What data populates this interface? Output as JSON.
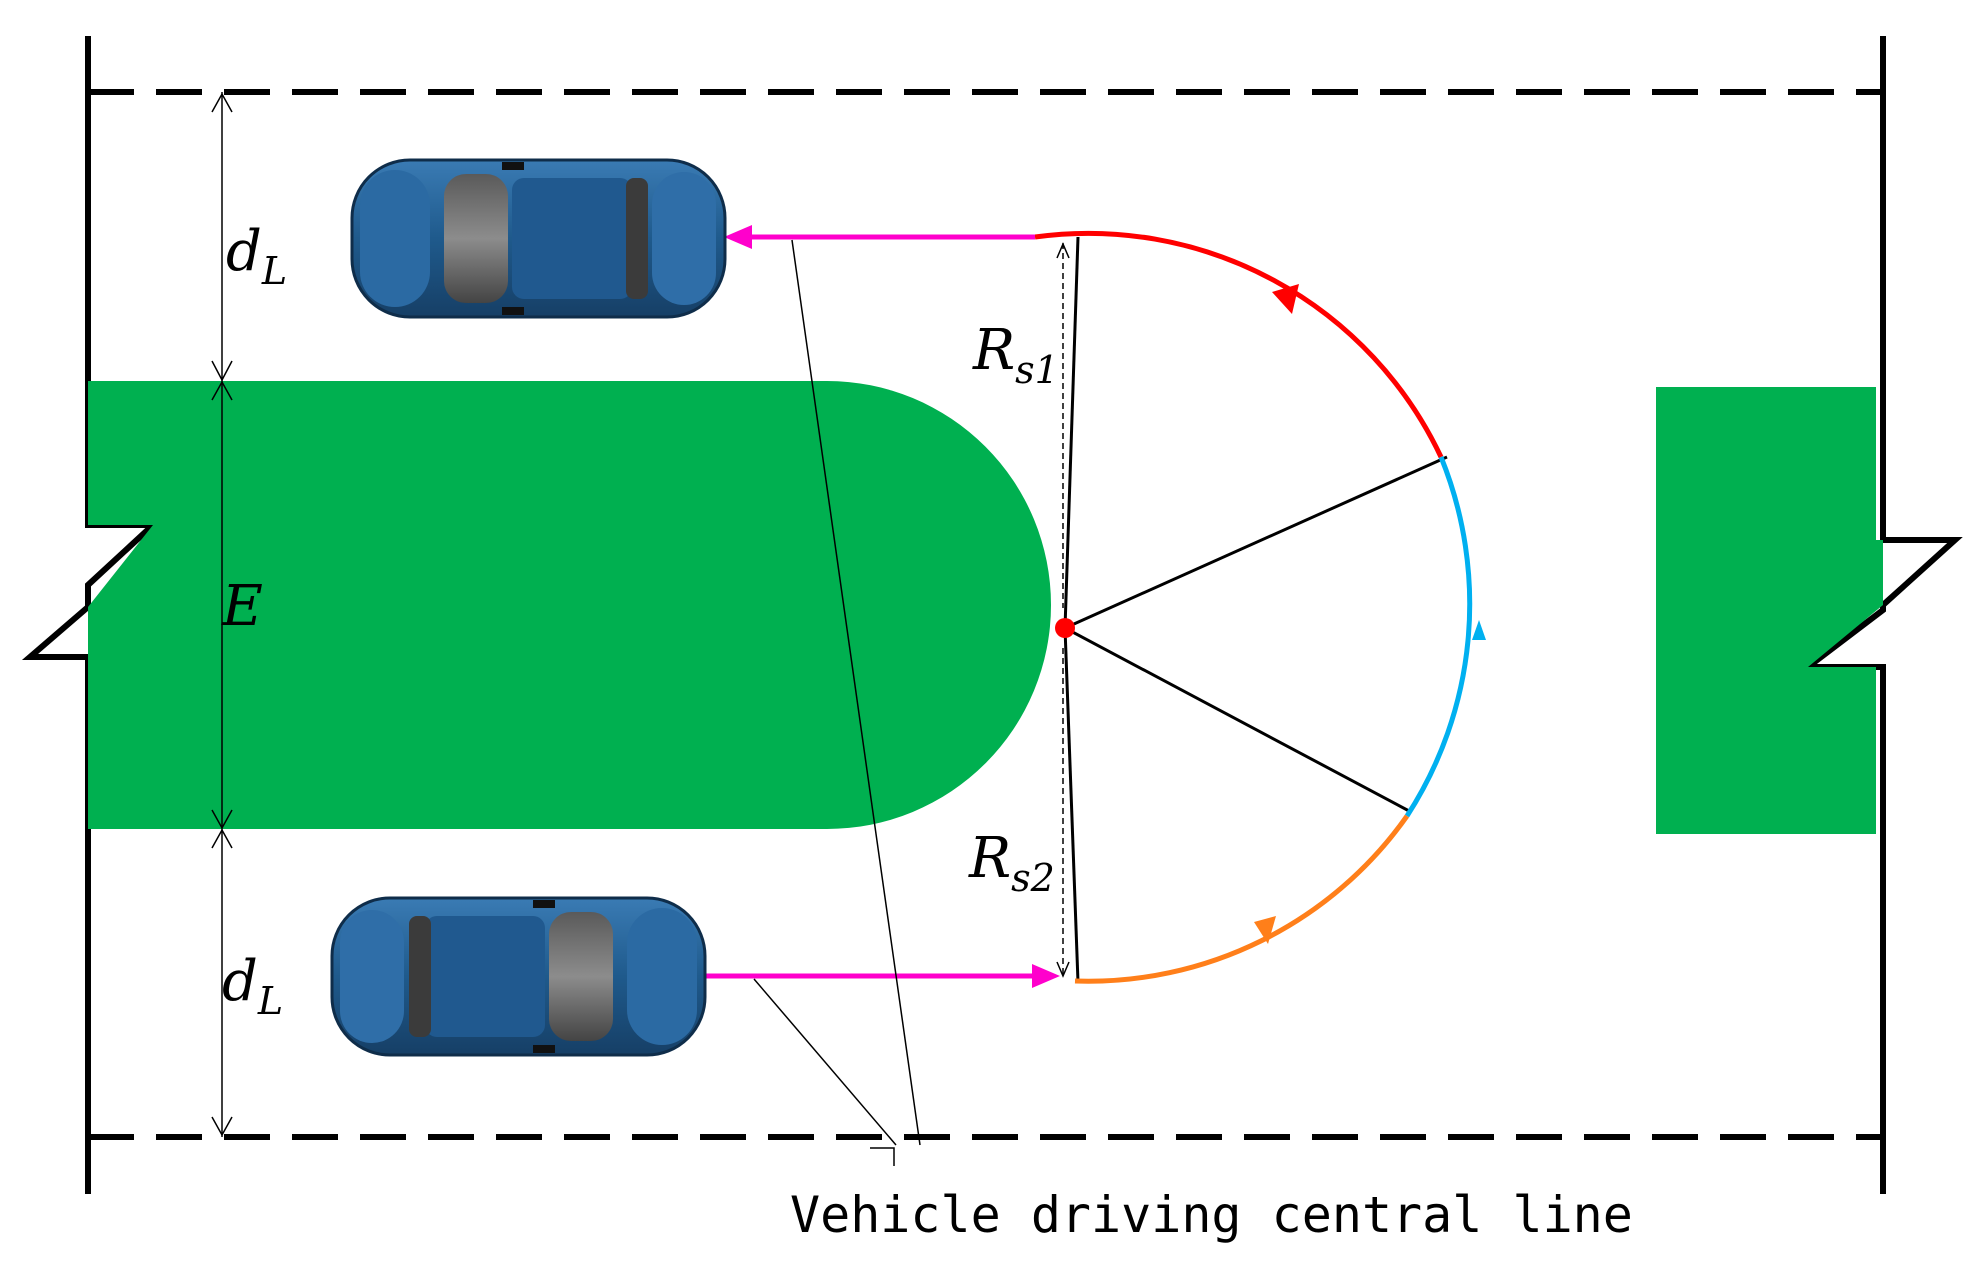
{
  "labels": {
    "d_top": {
      "main": "d",
      "sub": "L"
    },
    "d_bottom": {
      "main": "d",
      "sub": "L"
    },
    "median_width": "E",
    "radius_1": {
      "main": "R",
      "sub": "s1"
    },
    "radius_2": {
      "main": "R",
      "sub": "s2"
    },
    "caption": "Vehicle driving central line"
  },
  "colors": {
    "median": "#00b050",
    "approach_path": "#ff00cc",
    "arc_upper": "#ff0000",
    "arc_middle": "#00b0f0",
    "arc_lower": "#ff7f1a",
    "turn_center": "#ff0000",
    "car_body": "#1f5a8c",
    "line": "#000000"
  },
  "icons": [
    "car-icon",
    "arrow-icon"
  ]
}
